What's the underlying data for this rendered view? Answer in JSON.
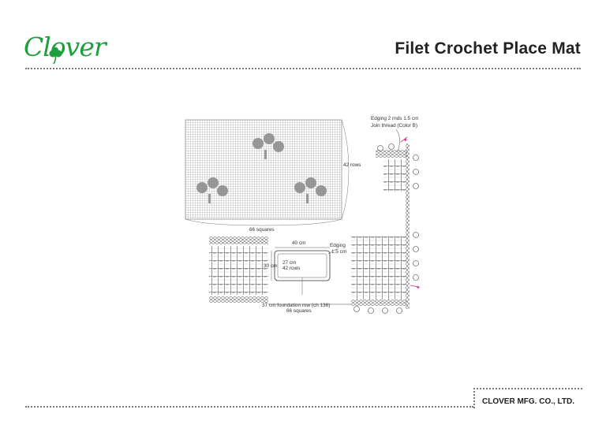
{
  "header": {
    "brand": "Clover",
    "title": "Filet Crochet Place Mat"
  },
  "footer": {
    "company": "CLOVER MFG. CO., LTD."
  },
  "diagram": {
    "grid_rows_label": "42 rows",
    "grid_squares_label": "66 squares",
    "edging_note": "Edging 2 rnds 1.5 cm",
    "join_note": "Join thread (Color B)",
    "width_label": "40 cm",
    "height_label": "30 cm",
    "inner_height_label": "27 cm",
    "inner_rows_label": "42 rows",
    "edging_label": "Edging",
    "edging_size_label": "1.5 cm",
    "foundation_label": "37 cm foundation row (ch 136)",
    "foundation_squares_label": "66 squares"
  },
  "colors": {
    "brand_green": "#1e9e3c",
    "accent_magenta": "#e0208a",
    "grid_line": "#8a8a8a",
    "filled_square": "#7a7a7a"
  }
}
